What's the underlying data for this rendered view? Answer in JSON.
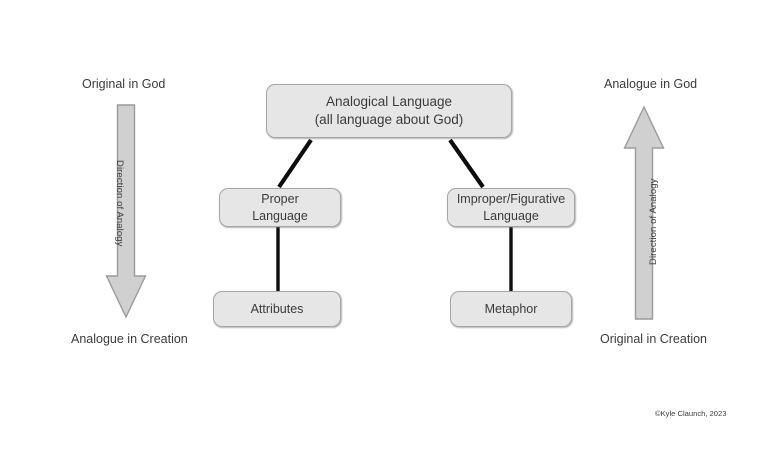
{
  "diagram": {
    "title_text": "Analogical Language (all language about God)",
    "nodes": [
      {
        "id": "root",
        "line1": "Analogical Language",
        "line2": "(all language about God)"
      },
      {
        "id": "proper",
        "line1": "Proper",
        "line2": "Language"
      },
      {
        "id": "improper",
        "line1": "Improper/Figurative",
        "line2": "Language"
      },
      {
        "id": "attributes",
        "line1": "Attributes",
        "line2": ""
      },
      {
        "id": "metaphor",
        "line1": "Metaphor",
        "line2": ""
      }
    ],
    "arrows": {
      "left": {
        "label": "Direction of Analogy",
        "direction": "down",
        "top_label": "Original in God",
        "bottom_label": "Analogue in Creation"
      },
      "right": {
        "label": "Direction of Analogy",
        "direction": "up",
        "top_label": "Analogue in God",
        "bottom_label": "Original in Creation"
      }
    },
    "credit": "©Kyle Claunch, 2023",
    "colors": {
      "node_fill": "#e7e6e6",
      "node_border": "#a6a6a6",
      "arrow_fill": "#d0d0d0",
      "arrow_border": "#9a9a9a",
      "connector": "#0d0d0d",
      "text": "#3b3b3b",
      "background": "#ffffff"
    }
  }
}
